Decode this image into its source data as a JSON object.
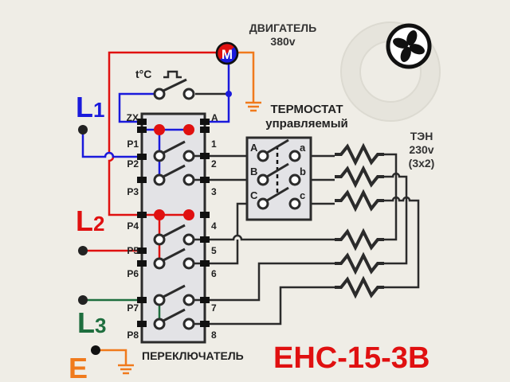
{
  "motor": {
    "title": "ДВИГАТЕЛЬ",
    "voltage": "380v",
    "symbol": "M"
  },
  "thermo_switch": {
    "label": "t°C"
  },
  "thermostat": {
    "title": "ТЕРМОСТАТ",
    "subtitle": "управляемый",
    "left_terminals": [
      "A",
      "B",
      "C"
    ],
    "right_terminals": [
      "a",
      "b",
      "c"
    ]
  },
  "heater": {
    "title": "ТЭН",
    "voltage": "230v",
    "config": "(3x2)"
  },
  "phases": [
    {
      "label": "L",
      "index": "1",
      "color": "#1a1adc"
    },
    {
      "label": "L",
      "index": "2",
      "color": "#e01010"
    },
    {
      "label": "L",
      "index": "3",
      "color": "#1e6e3e"
    }
  ],
  "earth": {
    "label": "E",
    "color": "#f07a1c"
  },
  "switch_block": {
    "caption": "ПЕРЕКЛЮЧАТЕЛЬ",
    "left_terminals": [
      "ZX",
      "P1",
      "P2",
      "P3",
      "P4",
      "P5",
      "P6",
      "P7",
      "P8"
    ],
    "right_terminals": [
      "A",
      "1",
      "2",
      "3",
      "4",
      "5",
      "6",
      "7",
      "8"
    ]
  },
  "model": "ЕНС-15-3В",
  "colors": {
    "wire": "#2b2b2b",
    "red": "#e01010",
    "blue": "#1a1adc",
    "green": "#1e6e3e",
    "orange": "#f07a1c"
  }
}
